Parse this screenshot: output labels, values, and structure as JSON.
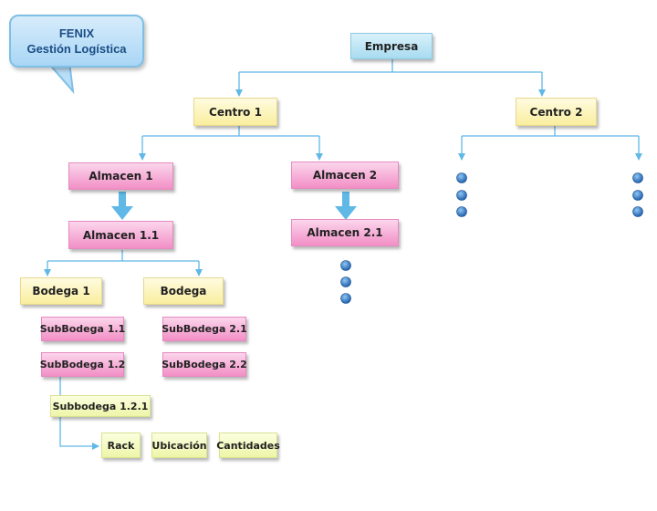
{
  "callout": {
    "line1": "FENIX",
    "line2": "Gestión Logística"
  },
  "nodes": {
    "empresa": "Empresa",
    "centro1": "Centro 1",
    "centro2": "Centro 2",
    "almacen1": "Almacen 1",
    "almacen2": "Almacen 2",
    "almacen11": "Almacen 1.1",
    "almacen21": "Almacen 2.1",
    "bodega1": "Bodega 1",
    "bodega": "Bodega",
    "subbodega11": "SubBodega 1.1",
    "subbodega12": "SubBodega 1.2",
    "subbodega21": "SubBodega 2.1",
    "subbodega22": "SubBodega 2.2",
    "subbodega121": "Subbodega 1.2.1",
    "rack": "Rack",
    "ubicacion": "Ubicación",
    "cantidades": "Cantidades"
  },
  "colors": {
    "connector": "#5fb8e6",
    "dot": "#2e6fb8"
  },
  "continuation_dots": [
    "centro2-left-branch",
    "centro2-right-branch",
    "almacen2.1-below"
  ]
}
